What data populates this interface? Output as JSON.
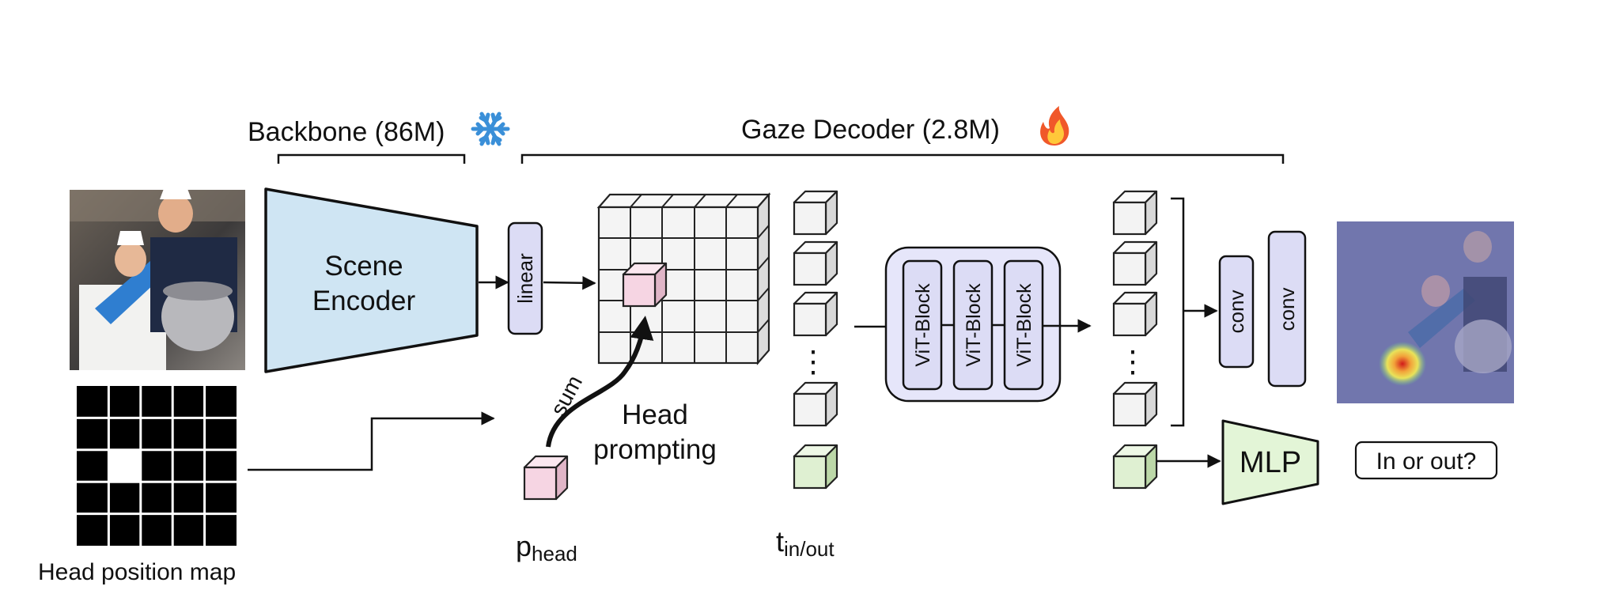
{
  "labels": {
    "backbone": "Backbone (86M)",
    "gaze_decoder": "Gaze Decoder (2.8M)",
    "scene_encoder_line1": "Scene",
    "scene_encoder_line2": "Encoder",
    "linear": "linear",
    "sum": "sum",
    "head_prompting_line1": "Head",
    "head_prompting_line2": "prompting",
    "p_head_main": "p",
    "p_head_sub": "head",
    "t_inout_main": "t",
    "t_inout_sub": "in/out",
    "vit_block": "ViT-Block",
    "conv": "conv",
    "mlp": "MLP",
    "in_or_out": "In or out?",
    "head_position_map": "Head position map",
    "ellipsis": "⋮"
  },
  "icons": {
    "frozen": "snowflake-icon",
    "trainable": "fire-icon"
  },
  "colors": {
    "encoder_fill": "#cfe5f3",
    "linear_fill": "#dcdcf5",
    "head_token": "#f6d5e3",
    "inout_token": "#dff0d2",
    "mlp_fill": "#e3f5d7",
    "vit_group_fill": "#e6e6fa",
    "grey_token": "#f2f2f2"
  }
}
